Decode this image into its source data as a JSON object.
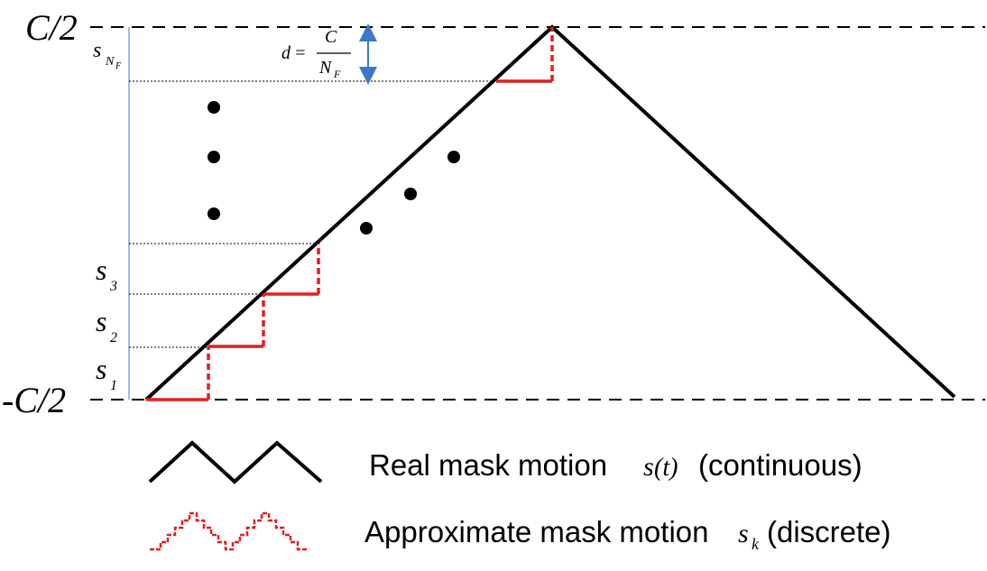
{
  "levels": {
    "top": "C/2",
    "bottom": "-C/2"
  },
  "s_labels": {
    "s": "s",
    "sub1": "1",
    "sub2": "2",
    "sub3": "3",
    "subNF_N": "N",
    "subNF_F": "F"
  },
  "spacing": {
    "lhs": "d",
    "eq": "=",
    "num": "C",
    "den_N": "N",
    "den_F": "F"
  },
  "legend": {
    "real_pre": "Real mask motion",
    "real_sym": "s",
    "real_arg": "(t)",
    "real_post": "(continuous)",
    "approx_pre": "Approximate mask motion",
    "approx_sym": "s",
    "approx_sub": "k",
    "approx_post": "(discrete)"
  },
  "colors": {
    "continuous": "#000000",
    "discrete": "#e41e1e",
    "axis": "#5b8fd1",
    "arrow": "#3c78c8"
  }
}
